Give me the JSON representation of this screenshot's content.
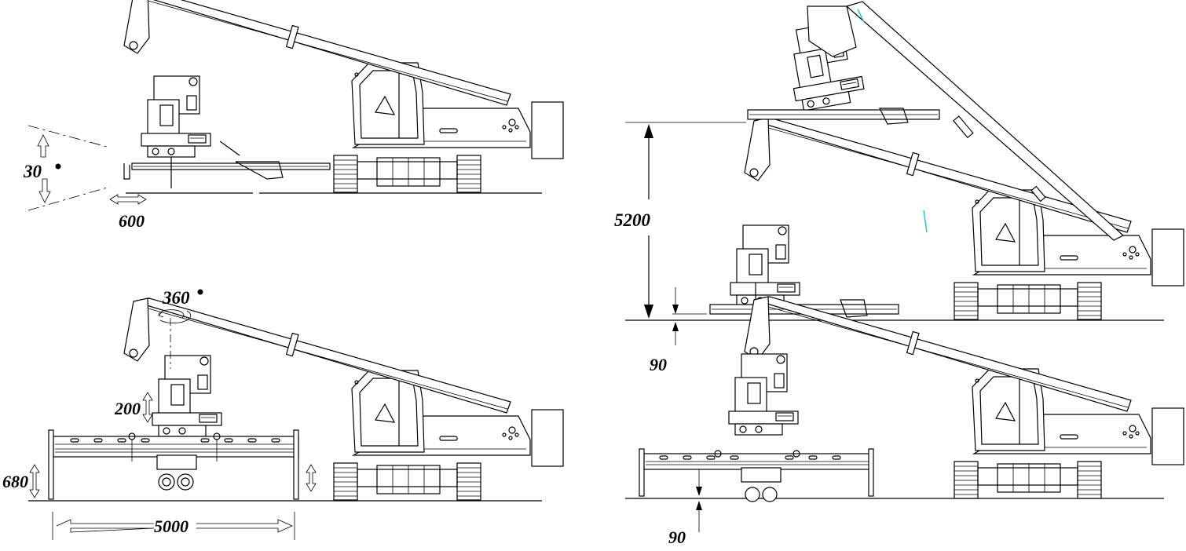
{
  "dimensions": {
    "tilt_angle": "30",
    "side_shift": "600",
    "rotation": "360",
    "vertical_travel": "200",
    "leg_height": "680",
    "beam_width": "5000",
    "lift_height": "5200",
    "low_clearance": "90",
    "bottom_clearance": "90"
  },
  "colors": {
    "line": "#000000",
    "accent": "#16c6e0",
    "paper": "#ffffff"
  }
}
